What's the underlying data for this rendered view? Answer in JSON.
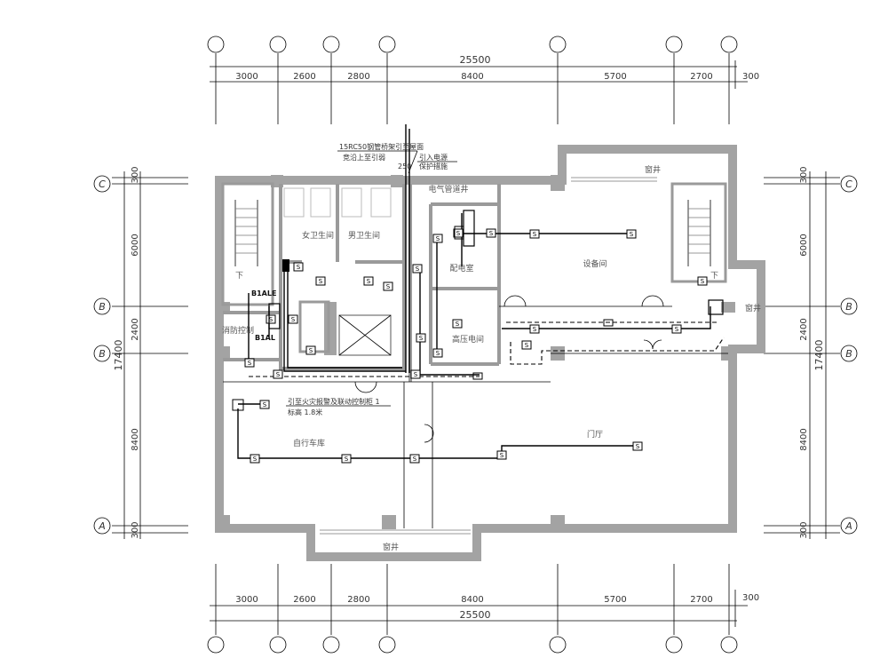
{
  "axes_top": [
    "",
    "",
    "",
    "",
    "",
    "",
    ""
  ],
  "axes_bottom": [
    "",
    "",
    "",
    "",
    "",
    "",
    ""
  ],
  "axes_left": [
    "C",
    "B",
    "B",
    "A"
  ],
  "axes_right": [
    "C",
    "B",
    "B",
    "A"
  ],
  "dims_x": [
    "3000",
    "2600",
    "2800",
    "8400",
    "5700",
    "2700",
    "300"
  ],
  "dim_x_total": "25500",
  "dims_y": [
    "300",
    "6000",
    "2400",
    "8400",
    "300"
  ],
  "dim_y_total": "17400",
  "rooms": {
    "elec_shaft": "电气管道井",
    "equip_room": "设备间",
    "distribution_room": "配电室",
    "hv_room": "高压电间",
    "female_toilet": "女卫生间",
    "male_toilet": "男卫生间",
    "fire_control": "消防控制",
    "garage": "自行车库",
    "waiting_hall": "门厅",
    "window_top": "窗井",
    "window_right": "窗井",
    "window_bottom": "窗井"
  },
  "equipment": {
    "b1ale": "B1ALE",
    "b1al": "B1AL",
    "down_left": "下",
    "down_right": "下"
  },
  "notes": {
    "cable_top_1": "15RC50钢管桥架引至屋面",
    "cable_top_2": "竞沿上至引弱",
    "cable_top_3": "引入电源",
    "cable_top_4": "保护措施",
    "cable_top_5": "250",
    "garage_note_1": "引至火灾报警及联动控制柜 1",
    "garage_note_2": "标高 1.8米"
  },
  "switch_symbol": "S"
}
